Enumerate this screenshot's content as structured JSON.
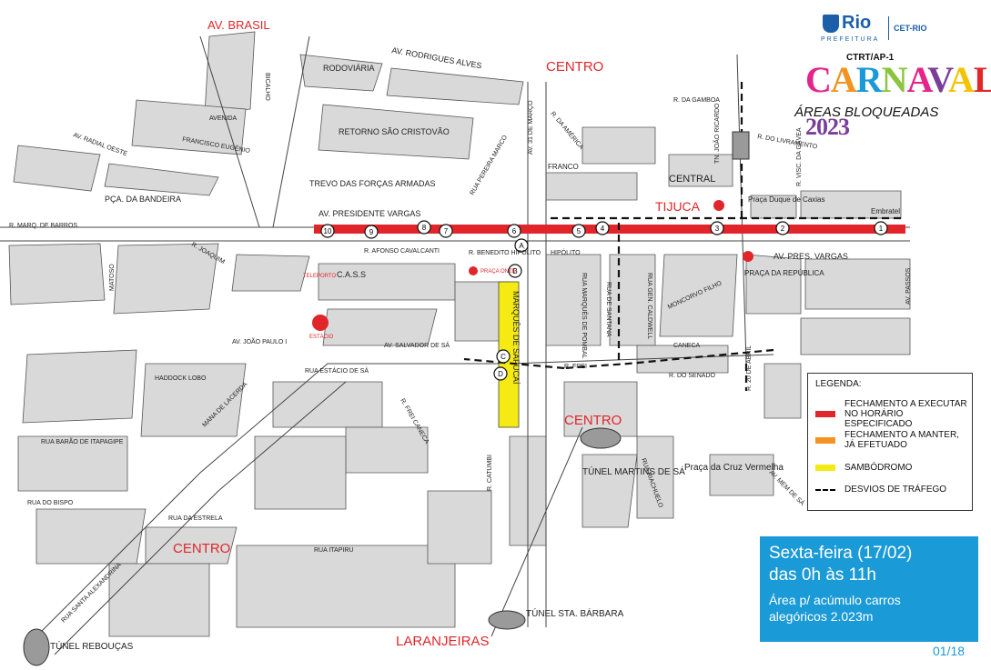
{
  "header": {
    "logo_text": "Rio",
    "logo_sub": "PREFEITURA",
    "org": "CET-RIO",
    "code": "CTRT/AP-1",
    "event_letters": [
      "C",
      "A",
      "R",
      "N",
      "A",
      "V",
      "A",
      "L"
    ],
    "event_year": "2023",
    "subtitle": "ÁREAS BLOQUEADAS"
  },
  "districts": {
    "centro_top": "CENTRO",
    "centro_mid": "CENTRO",
    "centro_bottom": "CENTRO",
    "tijuca": "TIJUCA",
    "laranjeiras": "LARANJEIRAS",
    "av_brasil": "AV. BRASIL"
  },
  "streets": {
    "rodrigues_alves": "AV. RODRIGUES ALVES",
    "rodoviaria": "RODOVIÁRIA",
    "retorno": "RETORNO SÃO CRISTOVÃO",
    "trevo": "TREVO DAS FORÇAS ARMADAS",
    "presidente_vargas": "AV. PRESIDENTE VARGAS",
    "pres_vargas_east": "AV. PRES. VARGAS",
    "pca_bandeira": "PÇA. DA BANDEIRA",
    "r_marques_barros": "R. MARQ. DE BARROS",
    "afonso_cavalcanti": "R. AFONSO CAVALCANTI",
    "benedito_hipolito": "R. BENEDITO HIPÓLITO",
    "hipolito": "HIPÓLITO",
    "cass": "C.A.S.S",
    "franco": "FRANCO",
    "central": "CENTRAL",
    "praca_caxias": "Praça Duque de Caxias",
    "embratel": "Embratel",
    "praca_republica": "PRAÇA DA REPÚBLICA",
    "moncorvo": "MONCORVO FILHO",
    "caneca": "CANECA",
    "senado": "R. DO SENADO",
    "frei_caneca": "R. FREI CANECA",
    "estacio": "RUA ESTÁCIO DE SÁ",
    "haddock": "HADDOCK LOBO",
    "barao_itapagipe": "RUA BARÃO DE ITAPAGIPE",
    "bispo": "RUA DO BISPO",
    "estrela": "RUA DA ESTRELA",
    "itapiru": "RUA ITAPIRU",
    "santa_alexandrina": "RUA SANTA ALEXANDRINA",
    "mem_de_sa": "AV. MEM DE SÁ",
    "vinte_abril": "R. 20 DE ABRIL",
    "gamboa": "R. DA GAMBOA",
    "livramento": "R. DO LIVRAMENTO",
    "joao_ricardo": "TN. JOÃO RICARDO",
    "america": "R. DA AMÉRICA",
    "pereira_marco": "RUA PEREIRA MARCO",
    "av31": "AV. 31 DE MARÇO",
    "marques_sapucai": "MARQUÊS DE SAPUCAÍ",
    "joao_paulo": "AV. JOÃO PAULO I",
    "salvador_sa": "AV. SALVADOR DE SÁ",
    "mata_lacerda": "MANA DE LACERDA",
    "cruz_vermelha": "Praça da Cruz Vermelha",
    "tunel_martins": "TÚNEL MARTINS DE SÁ",
    "tunel_barbara": "TÚNEL STA. BÁRBARA",
    "tunel_reboucas": "TÚNEL REBOUÇAS",
    "visc_gavea": "R. VISC. DA GÁVEA",
    "passos": "AV. PASSOS",
    "avenida": "AVENIDA",
    "bicalho": "BICALHO",
    "francisco_eugenio": "FRANCISCO EUGÊNIO",
    "radial_oeste": "AV. RADIAL OESTE",
    "joaquim": "R. JOAQUIM",
    "matoso": "MATOSO",
    "frei": "R. FREI",
    "catumbi": "R. CATUMBI",
    "riachuelo": "RUA RIACHUELO",
    "marques_pombal": "RUA MARQUÊS DE POMBAL",
    "desantana": "RUA DE SANTANA",
    "caldwell": "RUA GEN. CALDWELL",
    "estacio_metro": "ESTÁCIO",
    "praca_onze": "PRAÇA ONZE",
    "teleporto": "TELEPORTO"
  },
  "markers": {
    "numbers": [
      "1",
      "2",
      "3",
      "4",
      "5",
      "6",
      "7",
      "8",
      "9",
      "10"
    ],
    "letters": [
      "A",
      "B",
      "C",
      "D"
    ]
  },
  "legend": {
    "title": "LEGENDA:",
    "items": [
      {
        "label_1": "FECHAMENTO A EXECUTAR",
        "label_2": "NO HORÁRIO ESPECIFICADO",
        "color": "#e0262a"
      },
      {
        "label_1": "FECHAMENTO A MANTER,",
        "label_2": "JÁ EFETUADO",
        "color": "#f39322"
      },
      {
        "label_1": "SAMBÓDROMO",
        "label_2": "",
        "color": "#f5ea14"
      },
      {
        "label_1": "DESVIOS DE TRÁFEGO",
        "label_2": "",
        "color": "#000000"
      }
    ]
  },
  "info": {
    "line1": "Sexta-feira (17/02)",
    "line2": "das 0h às 11h",
    "line3": "Área p/ acúmulo carros",
    "line4": "alegóricos 2.023m"
  },
  "page": "01/18"
}
